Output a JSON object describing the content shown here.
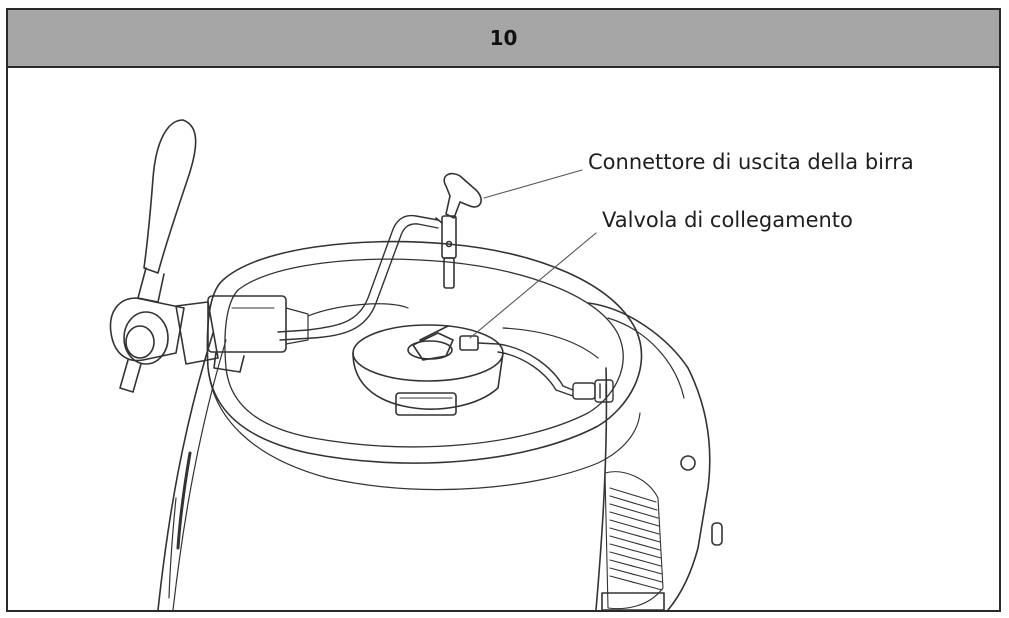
{
  "step": {
    "number": "10"
  },
  "callouts": [
    "Connettore di uscita della birra",
    "Valvola di collegamento"
  ],
  "colors": {
    "header_bg": "#a6a6a6",
    "border": "#2a2a2a",
    "line": "#333333"
  }
}
